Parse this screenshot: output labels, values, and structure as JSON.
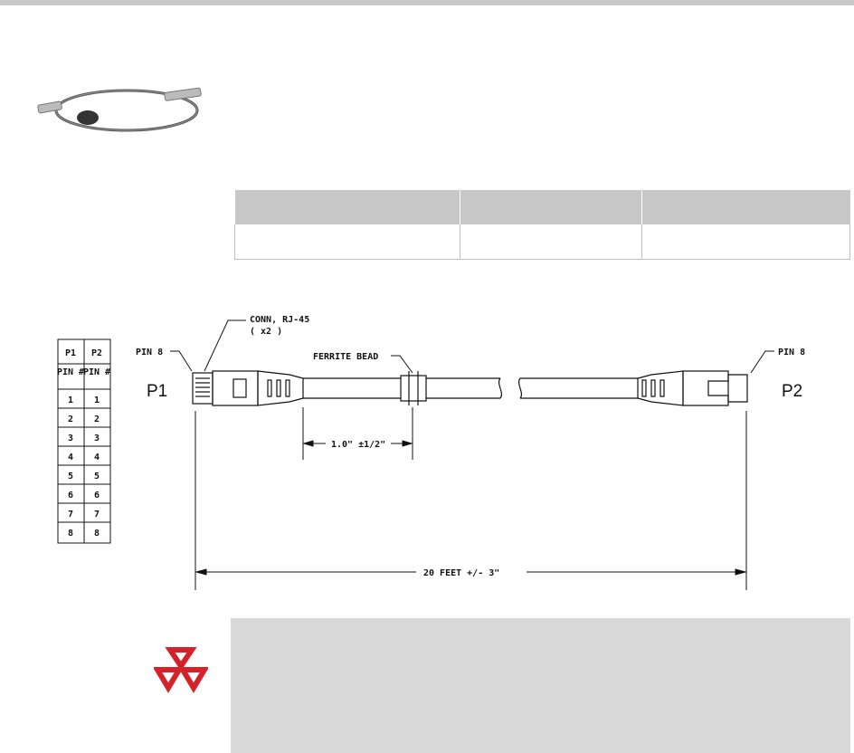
{
  "drawing": {
    "connector_label": "CONN, RJ-45",
    "connector_qty": "( x2 )",
    "pin_left": "PIN 8",
    "pin_right": "PIN 8",
    "ferrite_label": "FERRITE BEAD",
    "end_left": "P1",
    "end_right": "P2",
    "bead_dimension": "1.0\" ±1/2\"",
    "length_dimension": "20 FEET +/- 3\"",
    "pin_table": {
      "headers": [
        "P1",
        "P2"
      ],
      "subheaders": [
        "PIN #",
        "PIN #"
      ],
      "rows": [
        [
          "1",
          "1"
        ],
        [
          "2",
          "2"
        ],
        [
          "3",
          "3"
        ],
        [
          "4",
          "4"
        ],
        [
          "5",
          "5"
        ],
        [
          "6",
          "6"
        ],
        [
          "7",
          "7"
        ],
        [
          "8",
          "8"
        ]
      ]
    }
  },
  "colors": {
    "logo_red": "#d5222a",
    "table_header": "#c7c7c7",
    "note_bg": "#d9d9d9"
  }
}
